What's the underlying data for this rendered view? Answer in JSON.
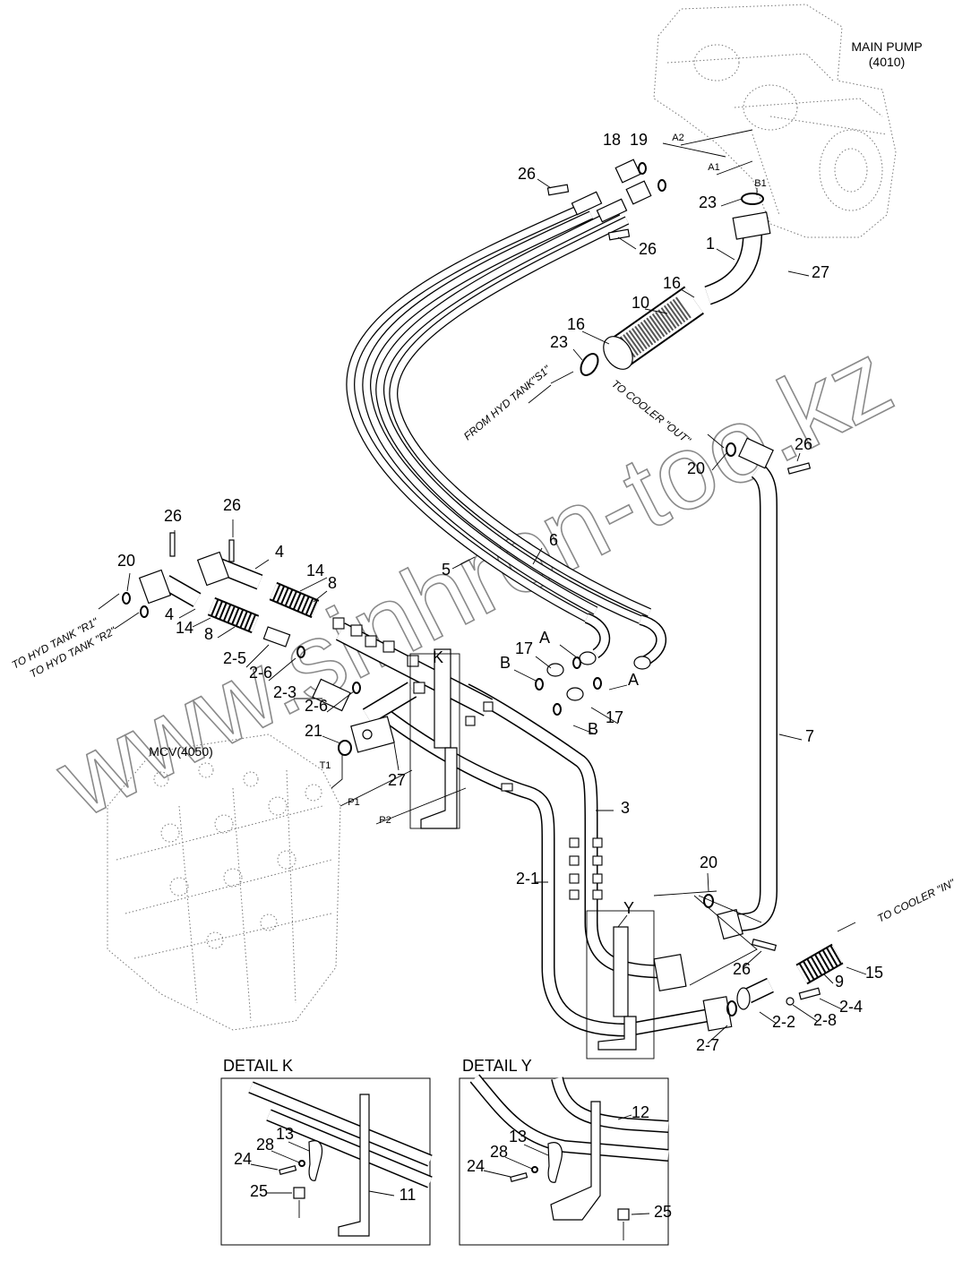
{
  "components": {
    "main_pump": {
      "name": "MAIN PUMP",
      "code": "(4010)"
    },
    "mcv": "MCV(4050)"
  },
  "ports": {
    "a2": "A2",
    "a1": "A1",
    "b1": "B1",
    "t1": "T1",
    "p1": "P1",
    "p2": "P2"
  },
  "flow_notes": {
    "from_tank_s1": "FROM HYD TANK\"S1\"",
    "to_cooler_out": "TO COOLER \"OUT\"",
    "to_tank_r1": "TO HYD TANK \"R1\"",
    "to_tank_r2": "TO HYD TANK \"R2\"",
    "to_cooler_in": "TO COOLER \"IN\""
  },
  "callouts": [
    "18",
    "19",
    "26",
    "26",
    "23",
    "1",
    "27",
    "16",
    "10",
    "16",
    "23",
    "20",
    "26",
    "26",
    "26",
    "20",
    "4",
    "14",
    "8",
    "4",
    "14",
    "8",
    "6",
    "5",
    "2-5",
    "2-6",
    "2-3",
    "2-6",
    "K",
    "A",
    "17",
    "B",
    "A",
    "17",
    "B",
    "21",
    "27",
    "7",
    "3",
    "2-1",
    "20",
    "Y",
    "15",
    "9",
    "26",
    "2-4",
    "2-8",
    "2-2",
    "2-7"
  ],
  "details": {
    "k": {
      "title": "DETAIL K",
      "callouts": [
        "13",
        "28",
        "24",
        "25",
        "11"
      ]
    },
    "y": {
      "title": "DETAIL Y",
      "callouts": [
        "12",
        "13",
        "28",
        "24",
        "25"
      ]
    }
  },
  "watermark": "www.sinhron-too.kz"
}
